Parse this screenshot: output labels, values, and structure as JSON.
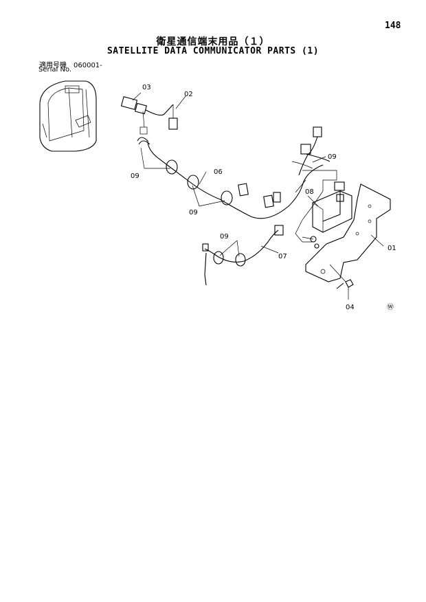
{
  "page": {
    "number": "148"
  },
  "title": {
    "japanese": "衛星通信端末用品（１）",
    "english": "SATELLITE DATA COMMUNICATOR PARTS (1)"
  },
  "serial": {
    "label_jp": "適用号機",
    "value": "060001-",
    "label_en": "Serial No."
  },
  "parts": [
    {
      "id": "01",
      "label": "01"
    },
    {
      "id": "02",
      "label": "02"
    },
    {
      "id": "03",
      "label": "03"
    },
    {
      "id": "04",
      "label": "04"
    },
    {
      "id": "06",
      "label": "06"
    },
    {
      "id": "07",
      "label": "07"
    },
    {
      "id": "08",
      "label": "08"
    },
    {
      "id": "09",
      "label": "09"
    }
  ],
  "marks": {
    "variant": "Ⓦ"
  }
}
